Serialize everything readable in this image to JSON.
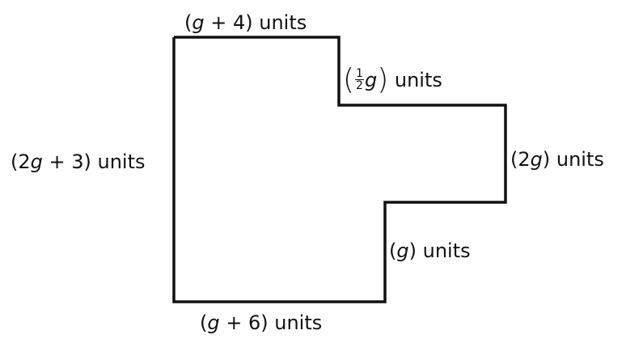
{
  "diagram": {
    "labels": {
      "top": {
        "open": "(",
        "var": "g",
        "rest": " + 4) units"
      },
      "notch_top": {
        "open": "(",
        "frac_num": "1",
        "frac_den": "2",
        "var": "g",
        "close": ")",
        "unit": " units"
      },
      "left": {
        "open": "(2",
        "var": "g",
        "rest": " + 3) units"
      },
      "right": {
        "open": "(2",
        "var": "g",
        "rest": ") units"
      },
      "step": {
        "open": "(",
        "var": "g",
        "rest": ") units"
      },
      "bottom": {
        "open": "(",
        "var": "g",
        "rest": " + 6) units"
      }
    },
    "colors": {
      "outline": "#111111",
      "text": "#111111",
      "background": "#ffffff"
    }
  }
}
